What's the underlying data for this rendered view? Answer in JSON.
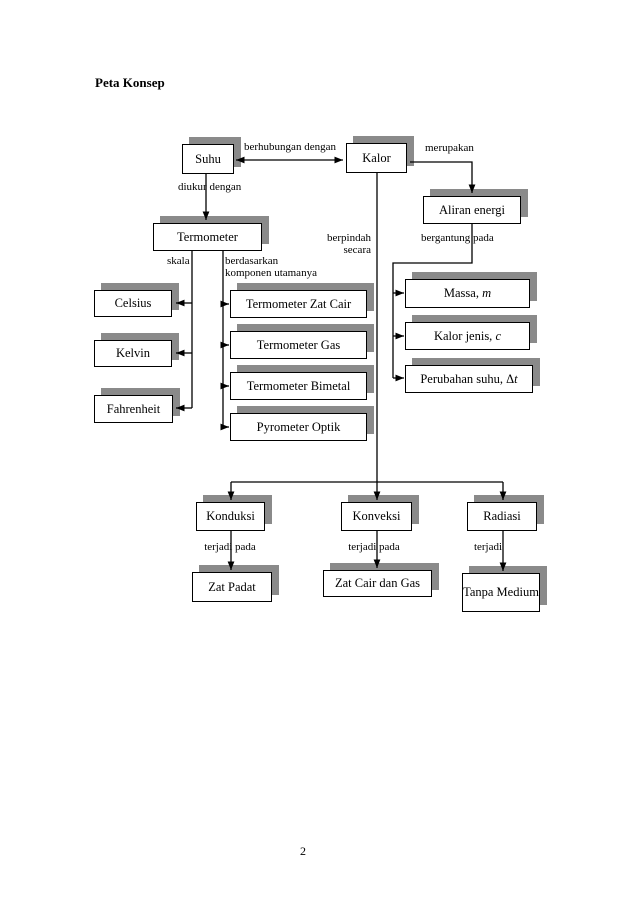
{
  "page": {
    "title": "Peta Konsep",
    "page_number": "2"
  },
  "diagram": {
    "nodes": {
      "suhu": {
        "text": "Suhu"
      },
      "kalor": {
        "text": "Kalor"
      },
      "aliran_energi": {
        "text": "Aliran energi"
      },
      "termometer": {
        "text": "Termometer"
      },
      "celsius": {
        "text": "Celsius"
      },
      "kelvin": {
        "text": "Kelvin"
      },
      "fahrenheit": {
        "text": "Fahrenheit"
      },
      "termometer_zat_cair": {
        "text": "Termometer Zat Cair"
      },
      "termometer_gas": {
        "text": "Termometer Gas"
      },
      "termometer_bimetal": {
        "text": "Termometer Bimetal"
      },
      "pyrometer_optik": {
        "text": "Pyrometer Optik"
      },
      "massa": {
        "text": "Massa, ",
        "em": "m"
      },
      "kalor_jenis": {
        "text": "Kalor jenis, ",
        "em": "c"
      },
      "perubahan_suhu": {
        "text": "Perubahan suhu, Δ",
        "em": "t"
      },
      "konduksi": {
        "text": "Konduksi"
      },
      "konveksi": {
        "text": "Konveksi"
      },
      "radiasi": {
        "text": "Radiasi"
      },
      "zat_padat": {
        "text": "Zat Padat"
      },
      "zat_cair_dan_gas": {
        "text": "Zat Cair dan Gas"
      },
      "tanpa_medium": {
        "text": "Tanpa Medium"
      }
    },
    "edge_labels": {
      "berhubungan": "berhubungan dengan",
      "merupakan": "merupakan",
      "diukur": "diukur dengan",
      "berpindah_line1": "berpindah",
      "berpindah_line2": "secara",
      "bergantung": "bergantung pada",
      "skala": "skala",
      "berdasarkan_line1": "berdasarkan",
      "berdasarkan_line2": "komponen utamanya",
      "terjadi_pada_konduksi": "terjadi pada",
      "terjadi_pada_konveksi": "terjadi pada",
      "terjadi_radiasi": "terjadi"
    },
    "colors": {
      "shadow": "#8a8a8a",
      "line": "#000000",
      "box_background": "#ffffff",
      "box_border": "#000000"
    }
  }
}
